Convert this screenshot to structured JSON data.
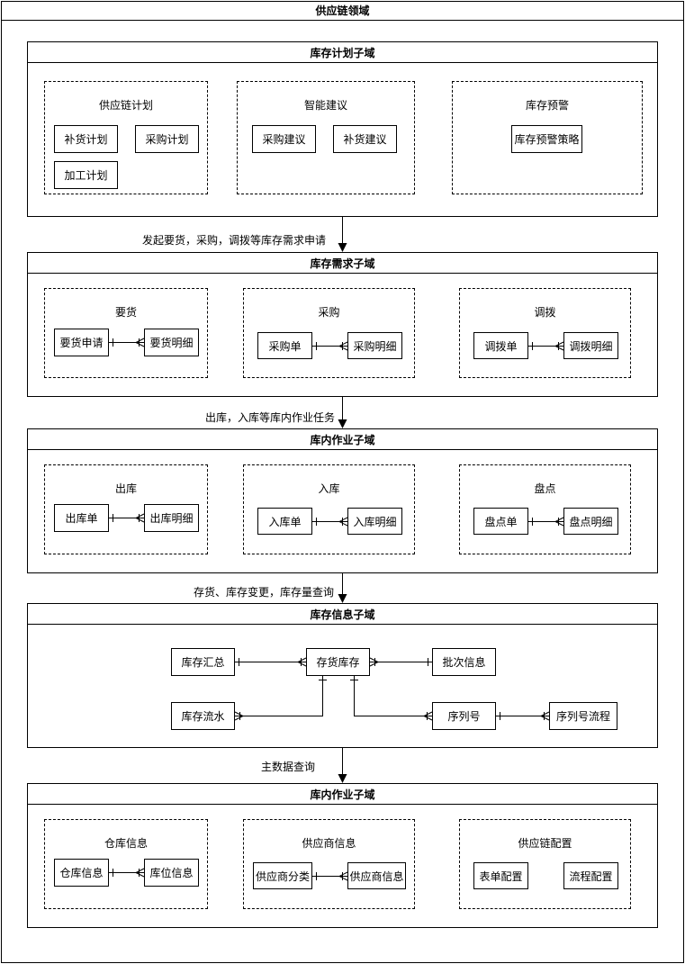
{
  "title": "供应链领域",
  "sections": [
    {
      "title": "库存计划子域",
      "groups": [
        {
          "label": "供应链计划",
          "items": [
            "补货计划",
            "采购计划",
            "加工计划"
          ]
        },
        {
          "label": "智能建议",
          "items": [
            "采购建议",
            "补货建议"
          ]
        },
        {
          "label": "库存预警",
          "items": [
            "库存预警策略"
          ]
        }
      ]
    },
    {
      "title": "库存需求子域",
      "groups": [
        {
          "label": "要货",
          "items": [
            "要货申请",
            "要货明细"
          ]
        },
        {
          "label": "采购",
          "items": [
            "采购单",
            "采购明细"
          ]
        },
        {
          "label": "调拨",
          "items": [
            "调拨单",
            "调拨明细"
          ]
        }
      ]
    },
    {
      "title": "库内作业子域",
      "groups": [
        {
          "label": "出库",
          "items": [
            "出库单",
            "出库明细"
          ]
        },
        {
          "label": "入库",
          "items": [
            "入库单",
            "入库明细"
          ]
        },
        {
          "label": "盘点",
          "items": [
            "盘点单",
            "盘点明细"
          ]
        }
      ]
    },
    {
      "title": "库存信息子域",
      "items": [
        "库存汇总",
        "存货库存",
        "批次信息",
        "库存流水",
        "序列号",
        "序列号流程"
      ]
    },
    {
      "title": "库内作业子域",
      "groups": [
        {
          "label": "仓库信息",
          "items": [
            "仓库信息",
            "库位信息"
          ]
        },
        {
          "label": "供应商信息",
          "items": [
            "供应商分类",
            "供应商信息"
          ]
        },
        {
          "label": "供应链配置",
          "items": [
            "表单配置",
            "流程配置"
          ]
        }
      ]
    }
  ],
  "flows": [
    "发起要货，采购，调拨等库存需求申请",
    "出库，入库等库内作业任务",
    "存货、库存变更，库存量查询",
    "主数据查询"
  ]
}
